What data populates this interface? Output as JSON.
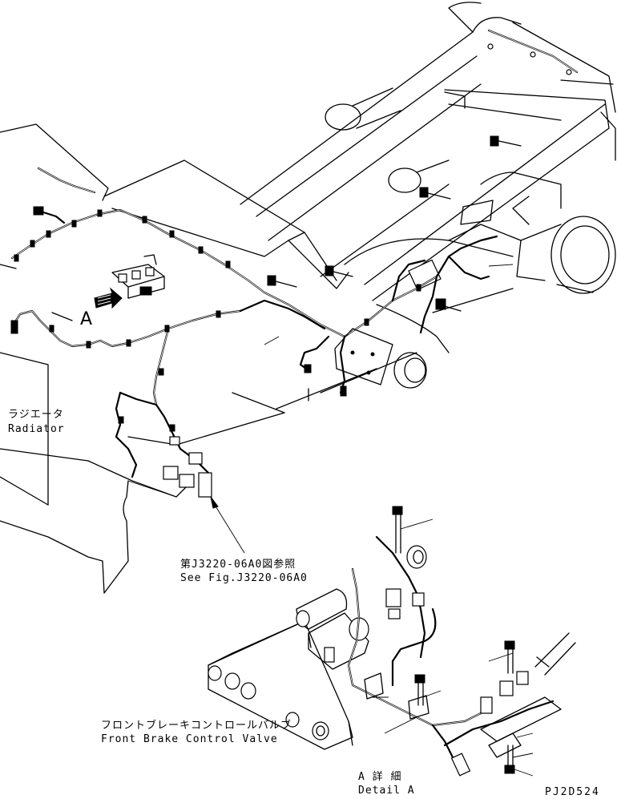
{
  "labels": {
    "radiator_jp": "ラジエータ",
    "radiator_en": "Radiator",
    "view_a": "A",
    "ref_jp": "第J3220-06A0図参照",
    "ref_en": "See Fig.J3220-06A0",
    "valve_jp": "フロントブレーキコントロールバルブ",
    "valve_en": "Front Brake Control Valve",
    "detail_jp": "A 詳 細",
    "detail_en": "Detail A",
    "drawing_no": "PJ2D524"
  }
}
